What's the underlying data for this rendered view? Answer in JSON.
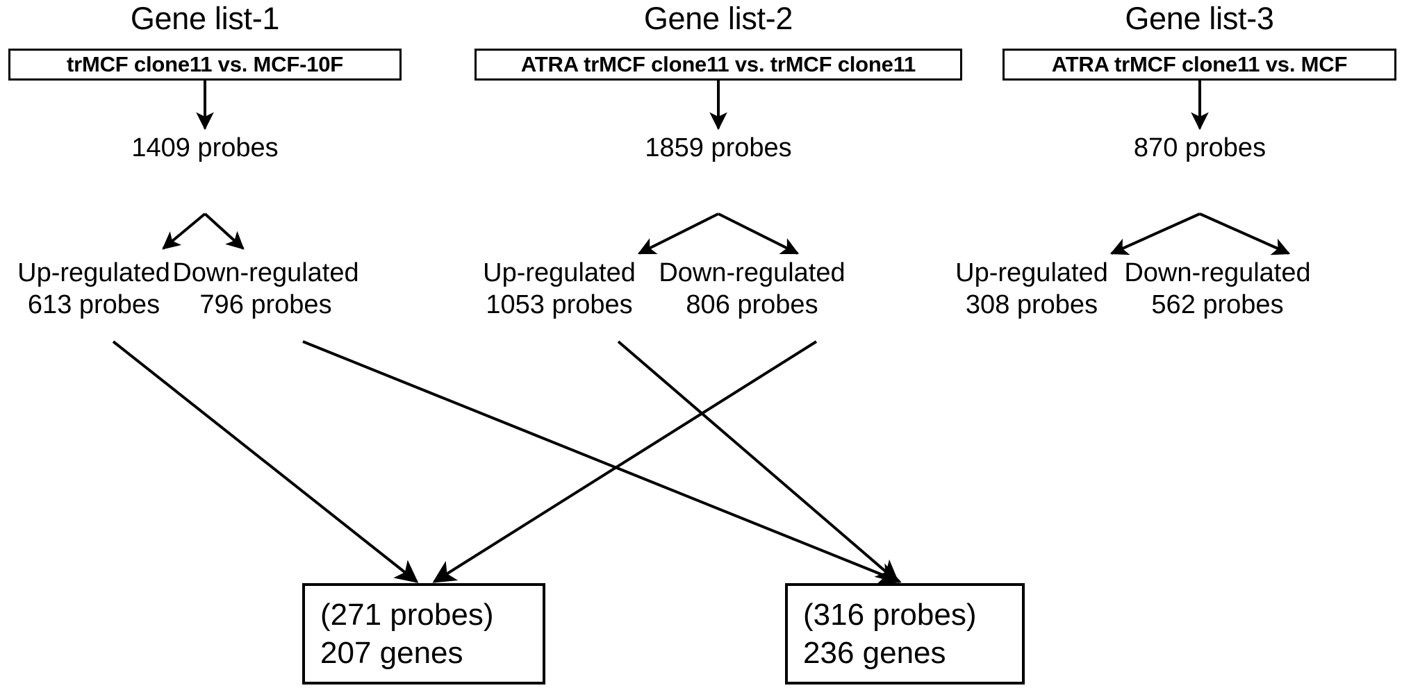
{
  "figure": {
    "background": "#ffffff",
    "stroke_color": "#000000"
  },
  "columns": [
    {
      "title": "Gene list-1",
      "comparison": "trMCF clone11 vs. MCF-10F",
      "total": "1409 probes",
      "up": {
        "name": "Up-regulated",
        "count": "613 probes"
      },
      "down": {
        "name": "Down-regulated",
        "count": "796 probes"
      }
    },
    {
      "title": "Gene list-2",
      "comparison": "ATRA trMCF clone11 vs. trMCF clone11",
      "total": "1859 probes",
      "up": {
        "name": "Up-regulated",
        "count": "1053 probes"
      },
      "down": {
        "name": "Down-regulated",
        "count": "806 probes"
      }
    },
    {
      "title": "Gene list-3",
      "comparison": "ATRA trMCF clone11 vs. MCF",
      "total": "870 probes",
      "up": {
        "name": "Up-regulated",
        "count": "308 probes"
      },
      "down": {
        "name": "Down-regulated",
        "count": "562 probes"
      }
    }
  ],
  "results": [
    {
      "probes": "(271 probes)",
      "genes": "207 genes"
    },
    {
      "probes": "(316 probes)",
      "genes": "236 genes"
    }
  ]
}
